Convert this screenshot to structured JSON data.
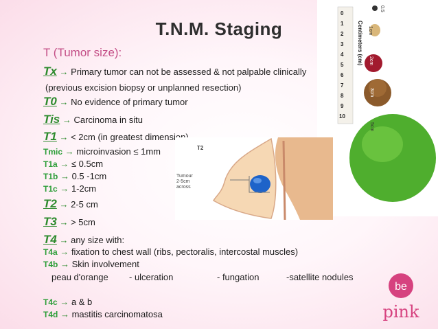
{
  "title": "T.N.M. Staging",
  "subtitle": "T (Tumor size):",
  "rows": {
    "tx": {
      "code": "Tx",
      "text": "Primary tumor can not be assessed & not palpable clinically"
    },
    "tx_note": "(previous excision biopsy or unplanned resection)",
    "t0": {
      "code": "T0",
      "text": "No evidence of primary tumor"
    },
    "tis": {
      "code": "Tis",
      "text": "Carcinoma in situ"
    },
    "t1": {
      "code": "T1",
      "text": "< 2cm (in greatest dimension)"
    },
    "tmic": {
      "code": "Tmic",
      "text": "microinvasion ≤ 1mm"
    },
    "t1a": {
      "code": "T1a",
      "text": "≤ 0.5cm"
    },
    "t1b": {
      "code": "T1b",
      "text": "0.5 -1cm"
    },
    "t1c": {
      "code": "T1c",
      "text": "1-2cm"
    },
    "t2": {
      "code": "T2",
      "text": "2-5 cm"
    },
    "t3": {
      "code": "T3",
      "text": "> 5cm"
    },
    "t4": {
      "code": "T4",
      "text": "any size with:"
    },
    "t4a": {
      "code": "T4a",
      "text": "fixation to chest wall (ribs, pectoralis, intercostal muscles)"
    },
    "t4b": {
      "code": "T4b",
      "text": "Skin involvement"
    },
    "t4b_signs": [
      "peau d'orange",
      "- ulceration",
      "- fungation",
      "-satellite nodules"
    ],
    "t4c": {
      "code": "T4c",
      "text": "a & b"
    },
    "t4d": {
      "code": "T4d",
      "text": "mastitis carcinomatosa"
    }
  },
  "arrow": "→",
  "diagram": {
    "label": "T2",
    "annotation_lines": [
      "Tumour",
      "2-5cm",
      "across"
    ]
  },
  "scale": {
    "axis_label": "Centimeters (cm)",
    "ticks": [
      "0",
      "1",
      "2",
      "3",
      "4",
      "5",
      "6",
      "7",
      "8",
      "9",
      "10"
    ],
    "object_labels": [
      "0.5",
      "1cm",
      "2cm",
      "3cm",
      "5cm"
    ]
  },
  "logo": {
    "word1": "be",
    "word2": "pink"
  },
  "colors": {
    "accent": "#2e8b2e",
    "subtitle": "#c44f87",
    "tumor": "#1e63c9",
    "logo_pink": "#d6427f"
  }
}
